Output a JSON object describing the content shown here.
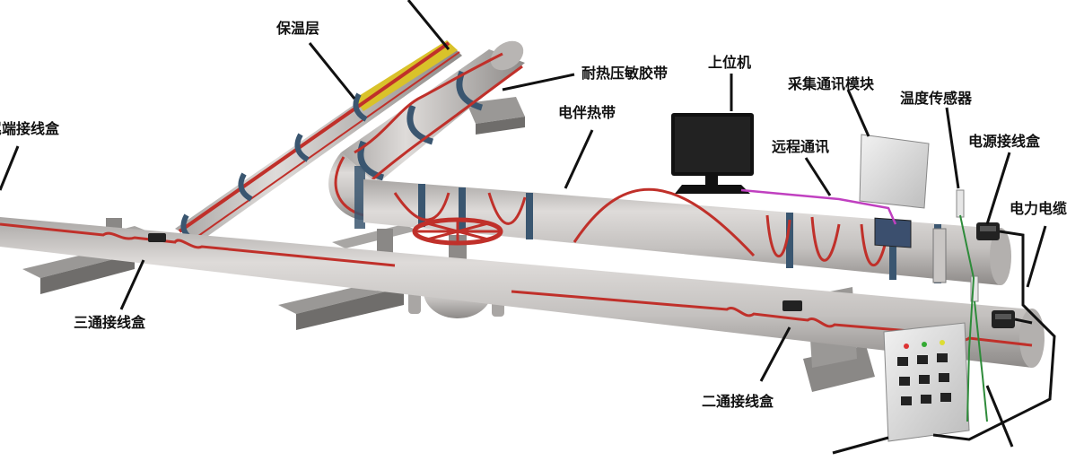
{
  "labels": {
    "insulation_layer": "保温层",
    "heat_resistant_tape": "耐热压敏胶带",
    "upper_computer": "上位机",
    "acquisition_module": "采集通讯模块",
    "temperature_sensor": "温度传感器",
    "end_junction_box": "尾端接线盒",
    "heat_tracing_cable": "电伴热带",
    "remote_communication": "远程通讯",
    "power_junction_box": "电源接线盒",
    "power_cable": "电力电缆",
    "tee_junction_box": "三通接线盒",
    "two_way_junction_box": "二通接线盒"
  },
  "colors": {
    "pipe": "#c9c6c4",
    "heat_cable": "#c0302a",
    "band": "#3a5670",
    "insulation": "#d9c22a",
    "comm_line": "#c040c0",
    "power_line": "#111111",
    "sensor_line": "#2e8b3a"
  }
}
